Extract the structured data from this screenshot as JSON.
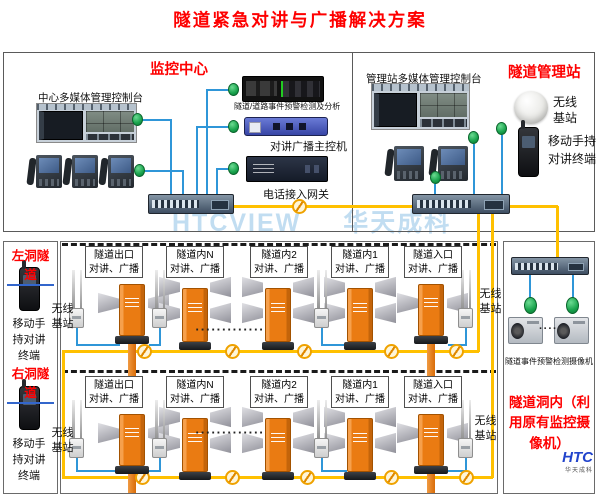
{
  "title": "隧道紧急对讲与广播解决方案",
  "watermark": {
    "en": "HTCVIEW",
    "cn": "华天成科"
  },
  "monitoring_center": {
    "title": "监控中心",
    "console_label": "中心多媒体管理控制台",
    "detection_server_label": "隧道/道路事件预警检测及分析",
    "broadcast_host_label": "对讲广播主控机",
    "phone_gateway_label": "电话接入网关"
  },
  "management_station": {
    "title": "隧道管理站",
    "console_label": "管理站多媒体管理控制台",
    "wireless_base_label": "无线基站",
    "handheld_label": "移动手持对讲终端"
  },
  "sidebar": {
    "left_tunnel": "左洞隧道",
    "right_tunnel": "右洞隧道",
    "handheld_label": "移动手持对讲终端"
  },
  "tunnel": {
    "sections": [
      {
        "name": "隧道出口",
        "sub": "对讲、广播"
      },
      {
        "name": "隧道内N",
        "sub": "对讲、广播"
      },
      {
        "name": "隧道内2",
        "sub": "对讲、广播"
      },
      {
        "name": "隧道内1",
        "sub": "对讲、广播"
      },
      {
        "name": "隧道入口",
        "sub": "对讲、广播"
      }
    ],
    "wireless_base_label": "无线基站",
    "ellipsis": "·············"
  },
  "camera_panel": {
    "camera_label": "隧道事件预警检测摄像机",
    "note": "隧道洞内（利用原有监控摄像机）",
    "ellipsis": "····",
    "logo": {
      "main": "HTC",
      "sub": "华天成科"
    }
  },
  "colors": {
    "accent_red": "#fe0000",
    "cable_blue": "#2f96d8",
    "trunk_yellow": "#ffc000",
    "connector_green": "#18a24c",
    "cabinet_orange": "#ea7b12",
    "watermark_blue": "#9cc9e9"
  }
}
